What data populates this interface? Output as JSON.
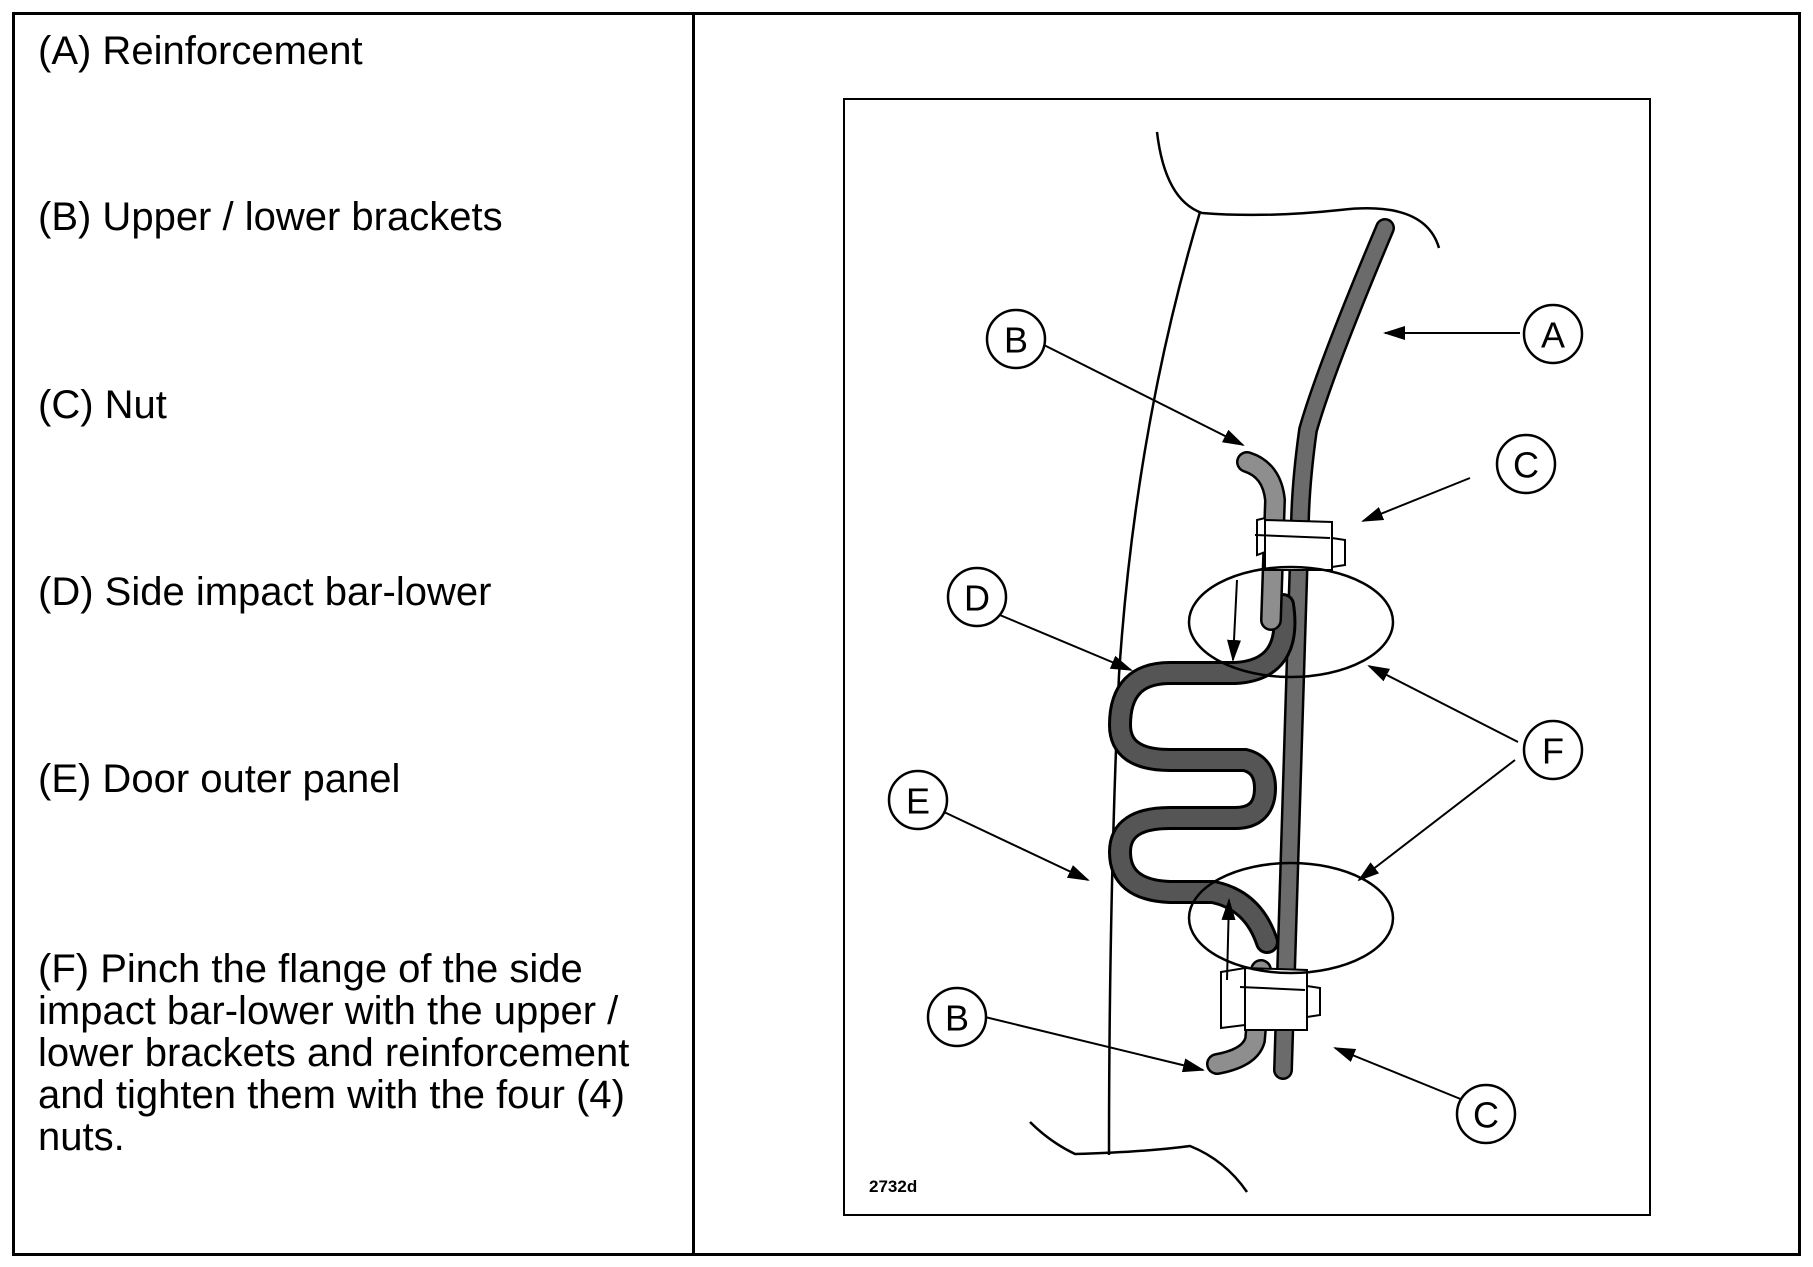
{
  "legend": {
    "a": "(A) Reinforcement",
    "b": "(B) Upper / lower brackets",
    "c": "(C) Nut",
    "d": "(D) Side impact bar-lower",
    "e": "(E) Door outer panel",
    "f": "(F) Pinch the flange of the side\n impact bar-lower with the upper /\n lower brackets and reinforcement\n and tighten them with the four (4)\n nuts."
  },
  "figure": {
    "code": "2732d",
    "callouts": {
      "a": "A",
      "b_upper": "B",
      "c_upper": "C",
      "d": "D",
      "f": "F",
      "e": "E",
      "b_lower": "B",
      "c_lower": "C"
    },
    "colors": {
      "reinforcement": "#6b6b6b",
      "bracket": "#8e8e8e",
      "impact_bar": "#555555",
      "line": "#000000"
    }
  }
}
